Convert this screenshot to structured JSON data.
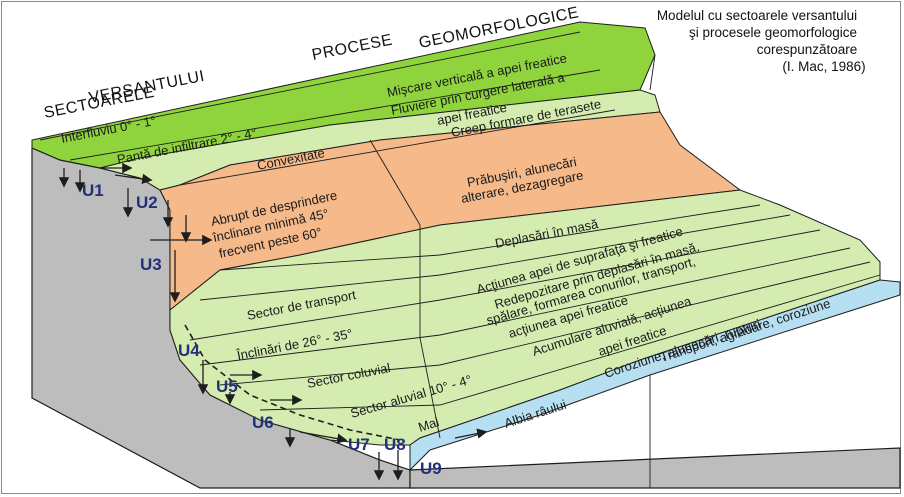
{
  "title": {
    "line1": "Modelul cu sectoarele versantului",
    "line2": "şi procesele geomorfologice",
    "line3": "corespunzătoare",
    "line4": "(I. Mac, 1986)"
  },
  "headers": {
    "sectoare_1": "SECTOARELE",
    "sectoare_2": "VERSANTULUI",
    "procese_1": "PROCESE",
    "procese_2": "GEOMORFOLOGICE"
  },
  "sectors": {
    "interfluviu": "Interfluviu 0° - 1°",
    "panta": "Pantă de infiltrare 2° - 4°",
    "convexitate": "Convexitate",
    "abrupt_1": "Abrupt de desprindere",
    "abrupt_2": "înclinare minimă 45°",
    "abrupt_3": "frecvent peste 60°",
    "transport": "Sector de transport",
    "inclinari": "Înclinări de  26° - 35°",
    "coluvial": "Sector coluvial",
    "aluvial": "Sector aluvial  10° - 4°",
    "mal": "Mal",
    "albia": "Albia râului"
  },
  "processes": {
    "p1": "Mişcare verticală a apei freatice",
    "p2a": "Fluviere prin curgere laterală a",
    "p2b": "apei freatice",
    "p3": "Creep formare de terasete",
    "p4a": "Prăbuşiri, alunecări",
    "p4b": "alterare, dezagregare",
    "p5": "Deplasări în masă",
    "p6": "Acţiunea apei de suprafaţă şi freatice",
    "p7a": "Redepozitare prin deplasări în masă,",
    "p7b": "spălare, formarea conurilor, transport,",
    "p7c": "acţiunea apei freatice",
    "p8a": "Acumulare aluvială, acţiunea",
    "p8b": "apei freatice",
    "p9": "Coroziune, alunecări, rupturi",
    "p10": "Transport, agradare, coroziune"
  },
  "units": [
    "U1",
    "U2",
    "U3",
    "U4",
    "U5",
    "U6",
    "U7",
    "U8",
    "U9"
  ],
  "colors": {
    "green_top": "#8fd43c",
    "light_green": "#d4ecb0",
    "orange": "#f5b98a",
    "blue_water": "#b6dff2",
    "grey_side": "#bdbdbd",
    "outline": "#1e1e1e",
    "unit_text": "#25307a"
  }
}
